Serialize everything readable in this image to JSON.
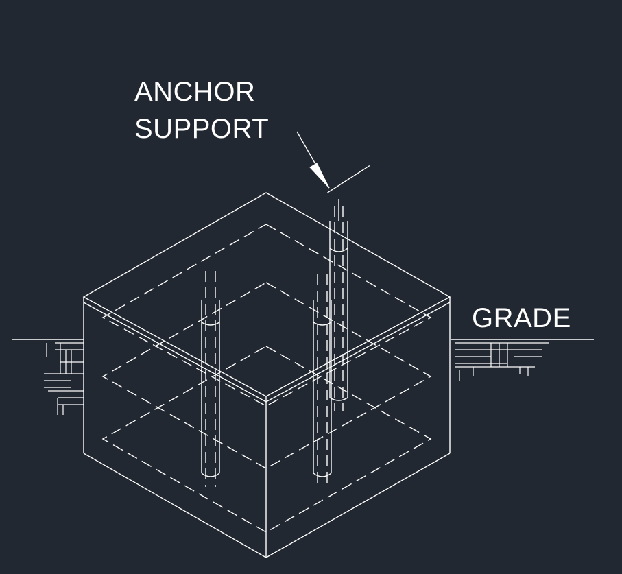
{
  "labels": {
    "anchor_line1": "ANCHOR",
    "anchor_line2": "SUPPORT",
    "grade": "GRADE"
  },
  "colors": {
    "background": "#222831",
    "linework": "#ffffff"
  }
}
